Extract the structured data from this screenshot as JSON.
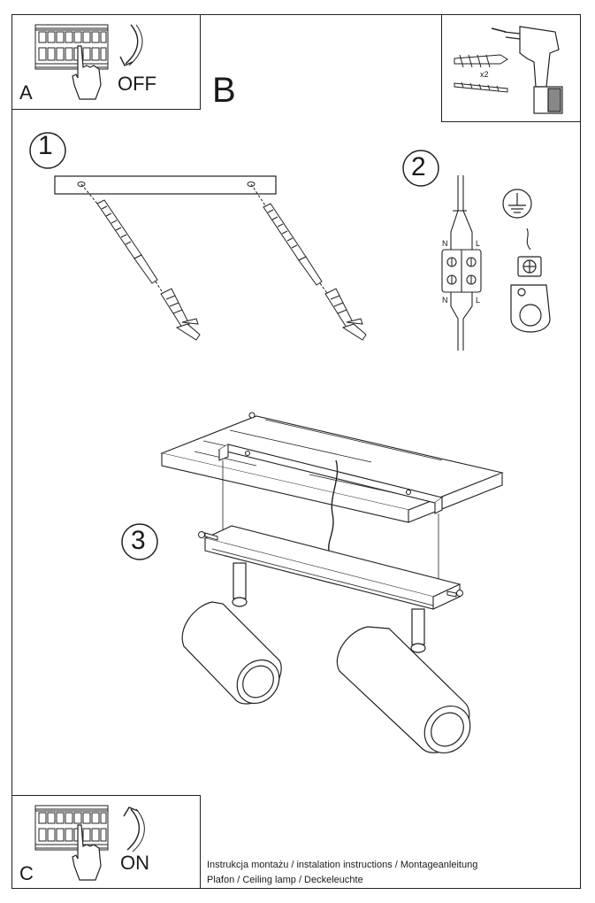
{
  "panel_a": {
    "letter": "A",
    "action": "OFF"
  },
  "section_b": {
    "letter": "B"
  },
  "panel_c": {
    "letter": "C",
    "action": "ON"
  },
  "steps": {
    "step1": "1",
    "step2": "2",
    "step3": "3"
  },
  "tools": {
    "quantity": "x2"
  },
  "wiring": {
    "n_top": "N",
    "l_top": "L",
    "n_bottom": "N",
    "l_bottom": "L"
  },
  "footer": {
    "line1": "Instrukcja montażu / instalation instructions / Montageanleitung",
    "line2": "Plafon / Ceiling lamp / Deckeleuchte"
  },
  "icons": [
    "breaker-panel-icon",
    "hand-icon",
    "arrow-down-icon",
    "arrow-up-icon",
    "drill-icon",
    "wall-plug-icon",
    "screw-icon",
    "terminal-block-icon",
    "ground-symbol-icon",
    "ground-terminal-icon"
  ]
}
